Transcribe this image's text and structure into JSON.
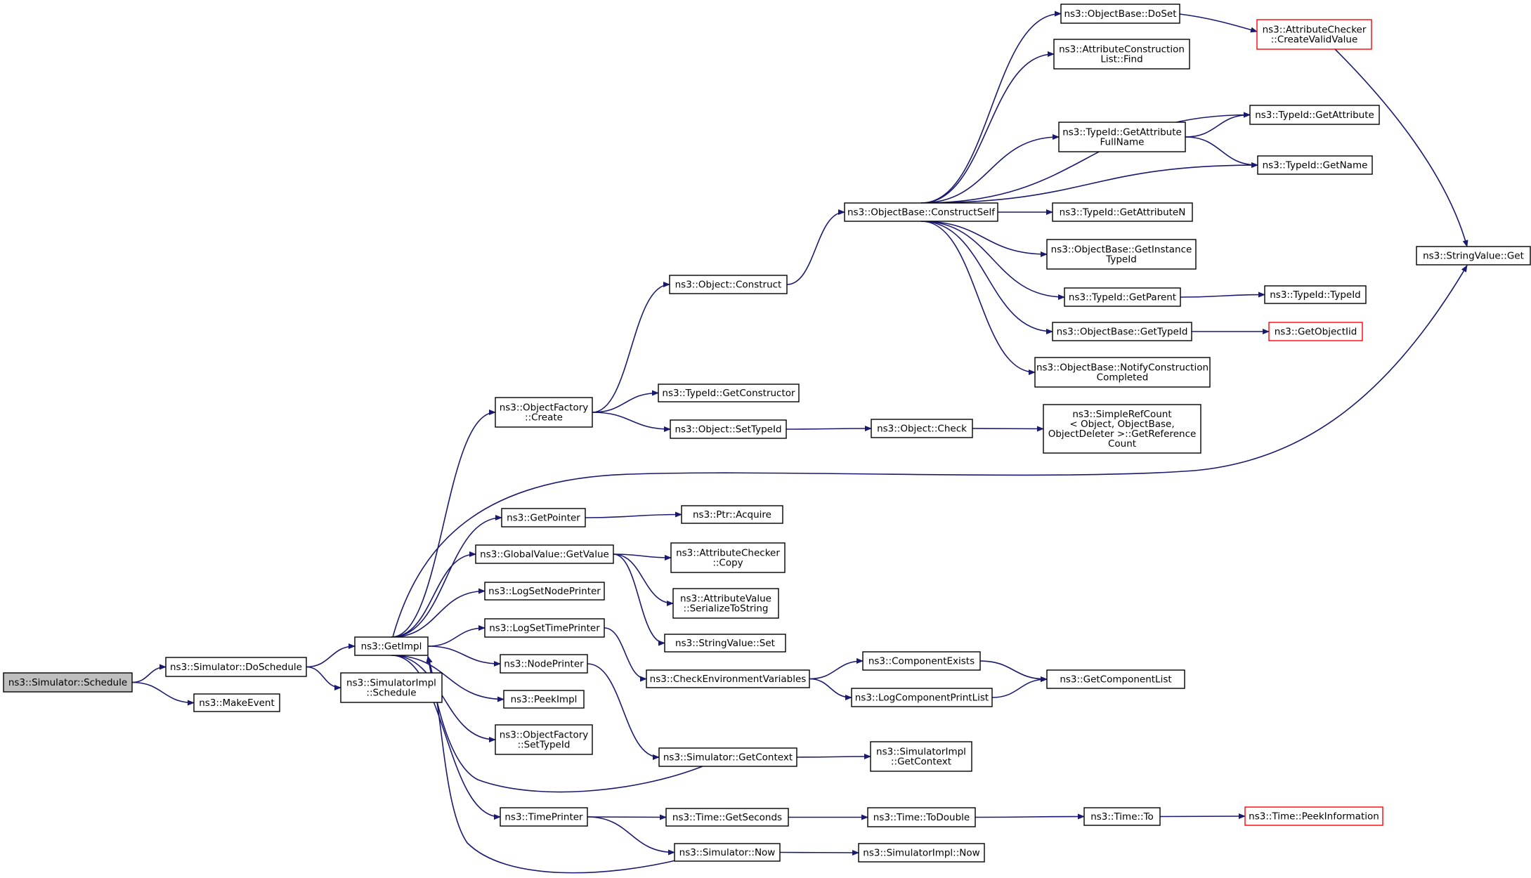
{
  "colors": {
    "edge": "#191970",
    "root_fill": "#bfbfbf",
    "truncated_border": "#ff0000",
    "node_border": "#000000"
  },
  "nodes": [
    {
      "id": "schedule",
      "lines": [
        "ns3::Simulator::Schedule"
      ],
      "root": true
    },
    {
      "id": "doschedule",
      "lines": [
        "ns3::Simulator::DoSchedule"
      ]
    },
    {
      "id": "makeevent",
      "lines": [
        "ns3::MakeEvent"
      ]
    },
    {
      "id": "getimpl",
      "lines": [
        "ns3::GetImpl"
      ]
    },
    {
      "id": "simimplschedule",
      "lines": [
        "ns3::SimulatorImpl",
        "::Schedule"
      ]
    },
    {
      "id": "objfactcreate",
      "lines": [
        "ns3::ObjectFactory",
        "::Create"
      ]
    },
    {
      "id": "getpointer",
      "lines": [
        "ns3::GetPointer"
      ]
    },
    {
      "id": "gvgetvalue",
      "lines": [
        "ns3::GlobalValue::GetValue"
      ]
    },
    {
      "id": "logsetnodeprinter",
      "lines": [
        "ns3::LogSetNodePrinter"
      ]
    },
    {
      "id": "logsettimeprinter",
      "lines": [
        "ns3::LogSetTimePrinter"
      ]
    },
    {
      "id": "nodeprinter",
      "lines": [
        "ns3::NodePrinter"
      ]
    },
    {
      "id": "peekimpl",
      "lines": [
        "ns3::PeekImpl"
      ]
    },
    {
      "id": "ofsettypeid",
      "lines": [
        "ns3::ObjectFactory",
        "::SetTypeId"
      ]
    },
    {
      "id": "timeprinter",
      "lines": [
        "ns3::TimePrinter"
      ]
    },
    {
      "id": "objconstruct",
      "lines": [
        "ns3::Object::Construct"
      ]
    },
    {
      "id": "tidgetconstructor",
      "lines": [
        "ns3::TypeId::GetConstructor"
      ]
    },
    {
      "id": "objsettypeid",
      "lines": [
        "ns3::Object::SetTypeId"
      ]
    },
    {
      "id": "ptracquire",
      "lines": [
        "ns3::Ptr::Acquire"
      ]
    },
    {
      "id": "acheckcopy",
      "lines": [
        "ns3::AttributeChecker",
        "::Copy"
      ]
    },
    {
      "id": "avserialize",
      "lines": [
        "ns3::AttributeValue",
        "::SerializeToString"
      ]
    },
    {
      "id": "svset",
      "lines": [
        "ns3::StringValue::Set"
      ]
    },
    {
      "id": "checkenv",
      "lines": [
        "ns3::CheckEnvironmentVariables"
      ]
    },
    {
      "id": "simgetcontext",
      "lines": [
        "ns3::Simulator::GetContext"
      ]
    },
    {
      "id": "timegetseconds",
      "lines": [
        "ns3::Time::GetSeconds"
      ]
    },
    {
      "id": "simnow",
      "lines": [
        "ns3::Simulator::Now"
      ]
    },
    {
      "id": "obconstructself",
      "lines": [
        "ns3::ObjectBase::ConstructSelf"
      ]
    },
    {
      "id": "objcheck",
      "lines": [
        "ns3::Object::Check"
      ]
    },
    {
      "id": "compexists",
      "lines": [
        "ns3::ComponentExists"
      ]
    },
    {
      "id": "logcompprintlist",
      "lines": [
        "ns3::LogComponentPrintList"
      ]
    },
    {
      "id": "simimplgetcontext",
      "lines": [
        "ns3::SimulatorImpl",
        "::GetContext"
      ]
    },
    {
      "id": "timetodouble",
      "lines": [
        "ns3::Time::ToDouble"
      ]
    },
    {
      "id": "simimplnow",
      "lines": [
        "ns3::SimulatorImpl::Now"
      ]
    },
    {
      "id": "obdoset",
      "lines": [
        "ns3::ObjectBase::DoSet"
      ]
    },
    {
      "id": "aclistfind",
      "lines": [
        "ns3::AttributeConstruction",
        "List::Find"
      ]
    },
    {
      "id": "tidgetattrfullname",
      "lines": [
        "ns3::TypeId::GetAttribute",
        "FullName"
      ]
    },
    {
      "id": "tidgetattributen",
      "lines": [
        "ns3::TypeId::GetAttributeN"
      ]
    },
    {
      "id": "obgetinstancetypeid",
      "lines": [
        "ns3::ObjectBase::GetInstance",
        "TypeId"
      ]
    },
    {
      "id": "tidgetparent",
      "lines": [
        "ns3::TypeId::GetParent"
      ]
    },
    {
      "id": "obgettypeid",
      "lines": [
        "ns3::ObjectBase::GetTypeId"
      ]
    },
    {
      "id": "obnotify",
      "lines": [
        "ns3::ObjectBase::NotifyConstruction",
        "Completed"
      ]
    },
    {
      "id": "simplerefcount",
      "lines": [
        "ns3::SimpleRefCount",
        "< Object, ObjectBase,",
        "ObjectDeleter >::GetReference",
        "Count"
      ]
    },
    {
      "id": "getcomplist",
      "lines": [
        "ns3::GetComponentList"
      ]
    },
    {
      "id": "timeto",
      "lines": [
        "ns3::Time::To"
      ]
    },
    {
      "id": "accreatevalid",
      "lines": [
        "ns3::AttributeChecker",
        "::CreateValidValue"
      ],
      "truncated": true
    },
    {
      "id": "tidgetattribute",
      "lines": [
        "ns3::TypeId::GetAttribute"
      ]
    },
    {
      "id": "tidgetname",
      "lines": [
        "ns3::TypeId::GetName"
      ]
    },
    {
      "id": "tidtypeid",
      "lines": [
        "ns3::TypeId::TypeId"
      ]
    },
    {
      "id": "getobjectiid",
      "lines": [
        "ns3::GetObjectIid"
      ],
      "truncated": true
    },
    {
      "id": "timepeekinfo",
      "lines": [
        "ns3::Time::PeekInformation"
      ],
      "truncated": true
    },
    {
      "id": "svget",
      "lines": [
        "ns3::StringValue::Get"
      ]
    }
  ],
  "edges": [
    [
      "schedule",
      "doschedule"
    ],
    [
      "schedule",
      "makeevent"
    ],
    [
      "doschedule",
      "getimpl"
    ],
    [
      "doschedule",
      "simimplschedule"
    ],
    [
      "getimpl",
      "objfactcreate"
    ],
    [
      "getimpl",
      "getpointer"
    ],
    [
      "getimpl",
      "gvgetvalue"
    ],
    [
      "getimpl",
      "logsetnodeprinter"
    ],
    [
      "getimpl",
      "logsettimeprinter"
    ],
    [
      "getimpl",
      "nodeprinter"
    ],
    [
      "getimpl",
      "peekimpl"
    ],
    [
      "getimpl",
      "ofsettypeid"
    ],
    [
      "getimpl",
      "timeprinter"
    ],
    [
      "getimpl",
      "svget"
    ],
    [
      "objfactcreate",
      "objconstruct"
    ],
    [
      "objfactcreate",
      "tidgetconstructor"
    ],
    [
      "objfactcreate",
      "objsettypeid"
    ],
    [
      "getpointer",
      "ptracquire"
    ],
    [
      "gvgetvalue",
      "acheckcopy"
    ],
    [
      "gvgetvalue",
      "avserialize"
    ],
    [
      "gvgetvalue",
      "svset"
    ],
    [
      "logsettimeprinter",
      "checkenv"
    ],
    [
      "nodeprinter",
      "simgetcontext"
    ],
    [
      "timeprinter",
      "timegetseconds"
    ],
    [
      "timeprinter",
      "simnow"
    ],
    [
      "simgetcontext",
      "getimpl"
    ],
    [
      "simnow",
      "getimpl"
    ],
    [
      "objconstruct",
      "obconstructself"
    ],
    [
      "objsettypeid",
      "objcheck"
    ],
    [
      "checkenv",
      "compexists"
    ],
    [
      "checkenv",
      "logcompprintlist"
    ],
    [
      "simgetcontext",
      "simimplgetcontext"
    ],
    [
      "timegetseconds",
      "timetodouble"
    ],
    [
      "simnow",
      "simimplnow"
    ],
    [
      "obconstructself",
      "obdoset"
    ],
    [
      "obconstructself",
      "aclistfind"
    ],
    [
      "obconstructself",
      "tidgetattribute"
    ],
    [
      "obconstructself",
      "tidgetattrfullname"
    ],
    [
      "obconstructself",
      "tidgetname"
    ],
    [
      "obconstructself",
      "tidgetattributen"
    ],
    [
      "obconstructself",
      "obgetinstancetypeid"
    ],
    [
      "obconstructself",
      "tidgetparent"
    ],
    [
      "obconstructself",
      "obgettypeid"
    ],
    [
      "obconstructself",
      "obnotify"
    ],
    [
      "objcheck",
      "simplerefcount"
    ],
    [
      "compexists",
      "getcomplist"
    ],
    [
      "logcompprintlist",
      "getcomplist"
    ],
    [
      "timetodouble",
      "timeto"
    ],
    [
      "obdoset",
      "accreatevalid"
    ],
    [
      "tidgetattrfullname",
      "tidgetattribute"
    ],
    [
      "tidgetattrfullname",
      "tidgetname"
    ],
    [
      "tidgetparent",
      "tidtypeid"
    ],
    [
      "obgettypeid",
      "getobjectiid"
    ],
    [
      "timeto",
      "timepeekinfo"
    ],
    [
      "accreatevalid",
      "svget"
    ]
  ]
}
